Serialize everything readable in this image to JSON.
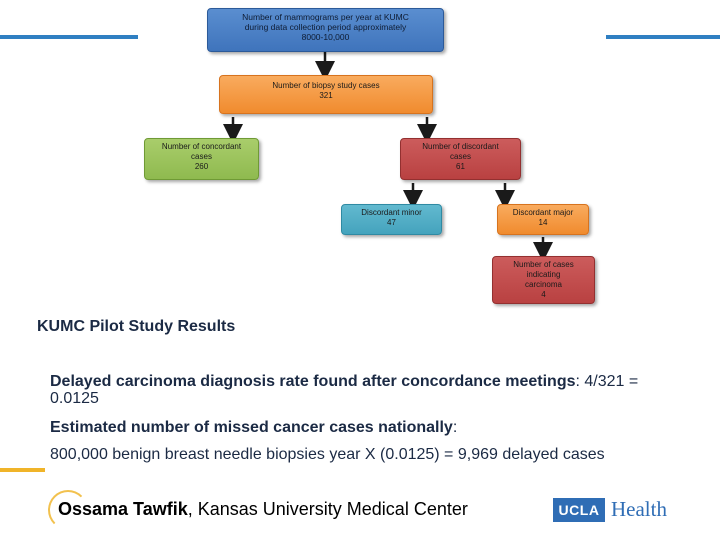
{
  "colors": {
    "accent_blue": "#2f7fc2",
    "accent_gold": "#f0b429",
    "box_blue": "#3f74bc",
    "box_orange": "#f08b2e",
    "box_green": "#8fba4f",
    "box_red": "#b94141",
    "box_teal": "#44a3bd"
  },
  "flowchart": {
    "mammograms": {
      "line1": "Number of mammograms per year at KUMC",
      "line2": "during data collection period approximately",
      "line3": "8000-10,000"
    },
    "biopsy": {
      "line1": "Number of biopsy study cases",
      "line2": "321"
    },
    "concordant": {
      "line1": "Number of concordant",
      "line2": "cases",
      "line3": "260"
    },
    "discordant": {
      "line1": "Number of  discordant",
      "line2": "cases",
      "line3": "61"
    },
    "discordant_minor": {
      "line1": "Discordant minor",
      "line2": "47"
    },
    "discordant_major": {
      "line1": "Discordant major",
      "line2": "14"
    },
    "carcinoma": {
      "line1": "Number of  cases",
      "line2": "indicating",
      "line3": "carcinoma",
      "line4": "4"
    }
  },
  "heading": "KUMC Pilot Study Results",
  "body": {
    "line1_bold": "Delayed carcinoma diagnosis rate found after concordance meetings",
    "line1_rest": ": 4/321 = 0.0125",
    "line2_bold": "Estimated number of missed cancer cases nationally",
    "line2_rest": ":",
    "line3": "800,000 benign breast needle biopsies year X (0.0125) = 9,969 delayed cases"
  },
  "footer": {
    "author_name": "Ossama Tawfik",
    "author_affiliation": ", Kansas University Medical Center",
    "logo_ucla": "UCLA",
    "logo_health": "Health"
  }
}
